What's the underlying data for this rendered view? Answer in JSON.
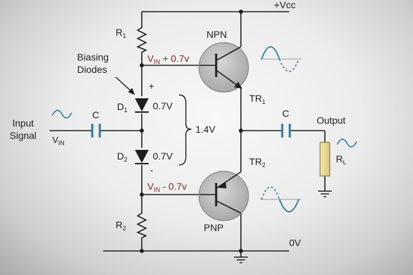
{
  "supply": {
    "vcc": "+Vcc",
    "ground": "0V"
  },
  "resistors": {
    "r1": "R",
    "r1_sub": "1",
    "r2": "R",
    "r2_sub": "2",
    "load": "R",
    "load_sub": "L"
  },
  "transistors": {
    "top_type": "NPN",
    "top_name": "TR",
    "top_sub": "1",
    "bottom_type": "PNP",
    "bottom_name": "TR",
    "bottom_sub": "2"
  },
  "diodes": {
    "caption_line1": "Biasing",
    "caption_line2": "Diodes",
    "d1": "D",
    "d1_sub": "1",
    "d1_drop": "0.7V",
    "d2": "D",
    "d2_sub": "2",
    "d2_drop": "0.7V",
    "plus": "+",
    "minus": "-",
    "total": "1.4V"
  },
  "bias_labels": {
    "top_v": "V",
    "top_sub": "IN",
    "top_rest": " + 0.7v",
    "bottom_v": "V",
    "bottom_sub": "IN",
    "bottom_rest": " - 0.7v"
  },
  "input": {
    "line1": "Input",
    "line2": "Signal",
    "v": "V",
    "v_sub": "IN",
    "cap": "C"
  },
  "output": {
    "label": "Output",
    "cap": "C"
  },
  "colors": {
    "wire": "#1e1e1e",
    "capacitor": "#2f7a9a",
    "resistor_fill": "#e8d892",
    "resistor_stroke": "#8a7a40",
    "transistor": "#b8b8b8",
    "wave": "#2f7a9a"
  }
}
